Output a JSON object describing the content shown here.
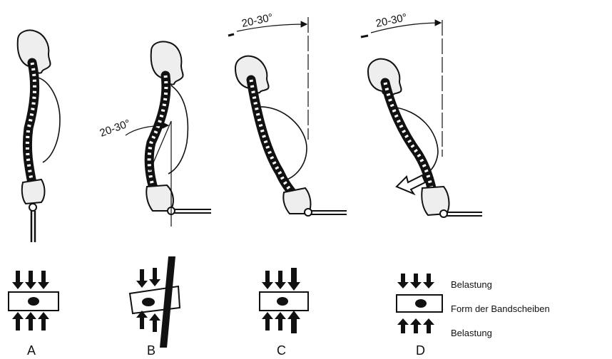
{
  "figures": [
    {
      "label": "A",
      "tilt": "0",
      "angle_text": ""
    },
    {
      "label": "B",
      "tilt": "anterior",
      "angle_text": "20-30°"
    },
    {
      "label": "C",
      "tilt": "posterior",
      "angle_text": "20-30°"
    },
    {
      "label": "D",
      "tilt": "posterior",
      "angle_text": "20-30°"
    }
  ],
  "legend": {
    "top": "Belastung",
    "middle": "Form der Bandscheiben",
    "bottom": "Belastung"
  },
  "colors": {
    "ink": "#111111",
    "disc_fill": "#ffffff"
  }
}
